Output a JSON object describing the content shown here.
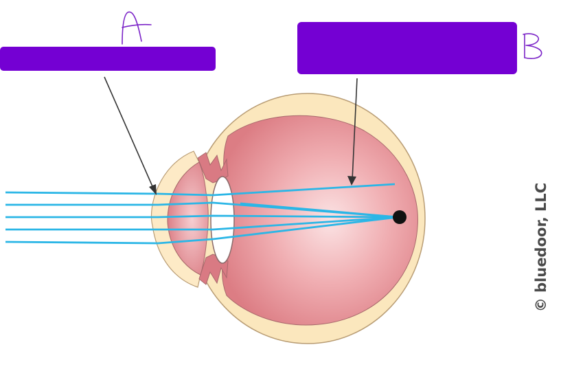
{
  "annotations": {
    "label_a": "A",
    "label_b": "B"
  },
  "credit": "© bluedoor, LLC",
  "colors": {
    "redaction_box": "#7400d3",
    "sclera": "#fbe7bd",
    "sclera_outline": "#b89c74",
    "vitreous": "#de7f86",
    "cornea": "#fdeac6",
    "lens": "#ffffff",
    "light_rays": "#2bb6e6",
    "focal_point": "#111111",
    "pointer_lines": "#333333",
    "handwriting": "#7a22c7"
  }
}
